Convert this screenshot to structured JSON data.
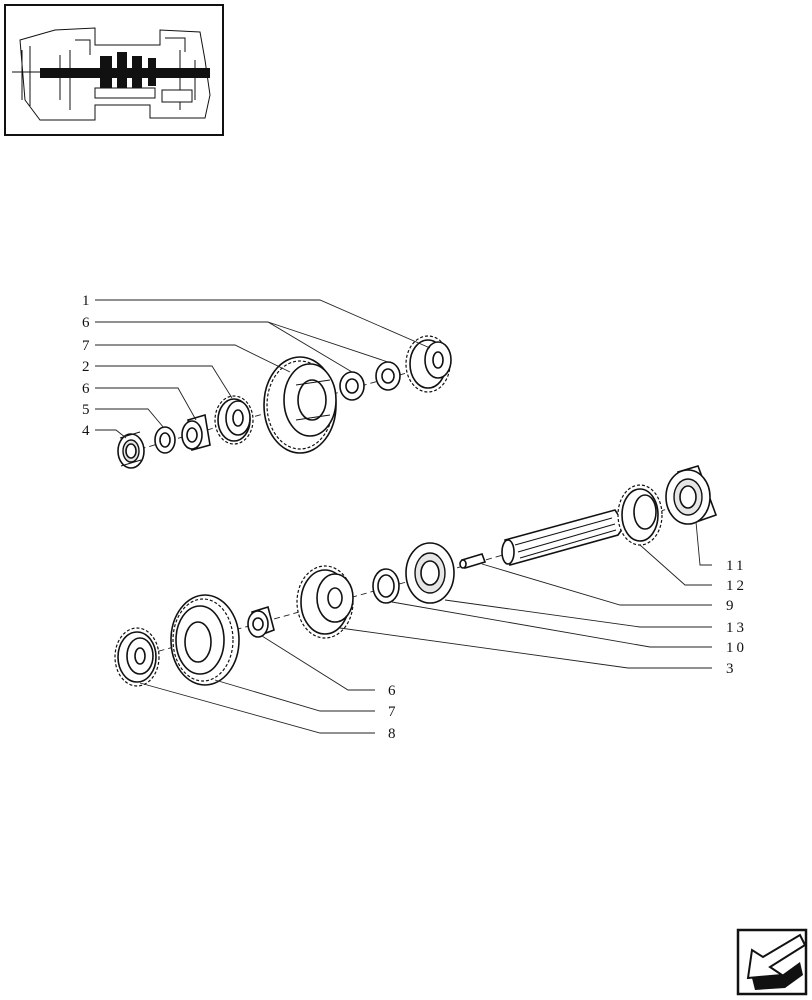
{
  "callouts": {
    "c1": "1",
    "c6a": "6",
    "c7a": "7",
    "c2": "2",
    "c6b": "6",
    "c5": "5",
    "c4": "4",
    "c11": "11",
    "c12": "12",
    "c9": "9",
    "c13": "13",
    "c10": "10",
    "c3": "3",
    "c6c": "6",
    "c7b": "7",
    "c8": "8"
  },
  "icons": {
    "locator": "transmission-locator-thumbnail-icon",
    "nav": "next-page-arrow-icon"
  }
}
